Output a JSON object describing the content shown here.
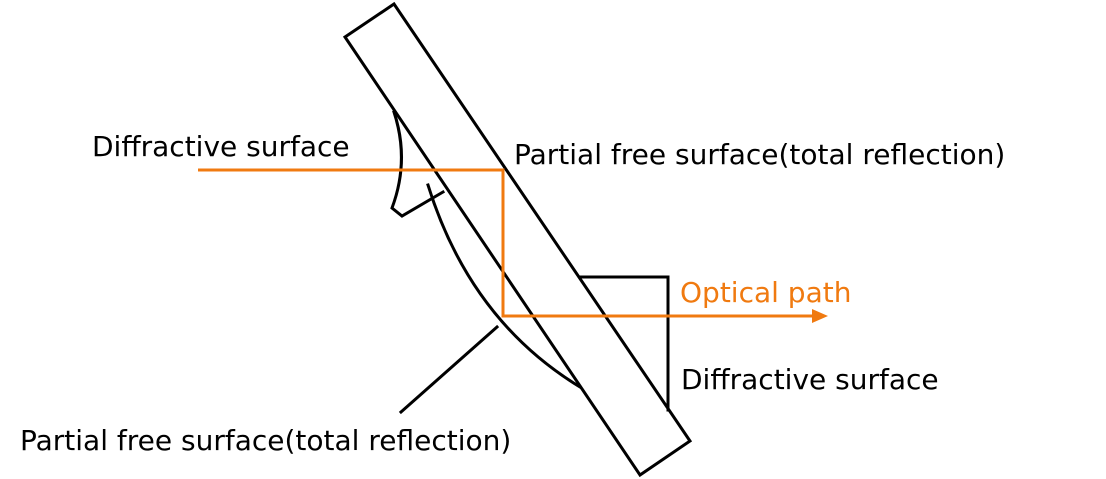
{
  "labels": {
    "diffractive_surface_left": "Diffractive surface",
    "partial_free_surface_top": "Partial free surface(total reflection)",
    "optical_path": "Optical path",
    "diffractive_surface_right": "Diffractive surface",
    "partial_free_surface_bottom": "Partial free surface(total reflection)"
  },
  "colors": {
    "outline": "#000000",
    "optical_path": "#f07a10"
  }
}
